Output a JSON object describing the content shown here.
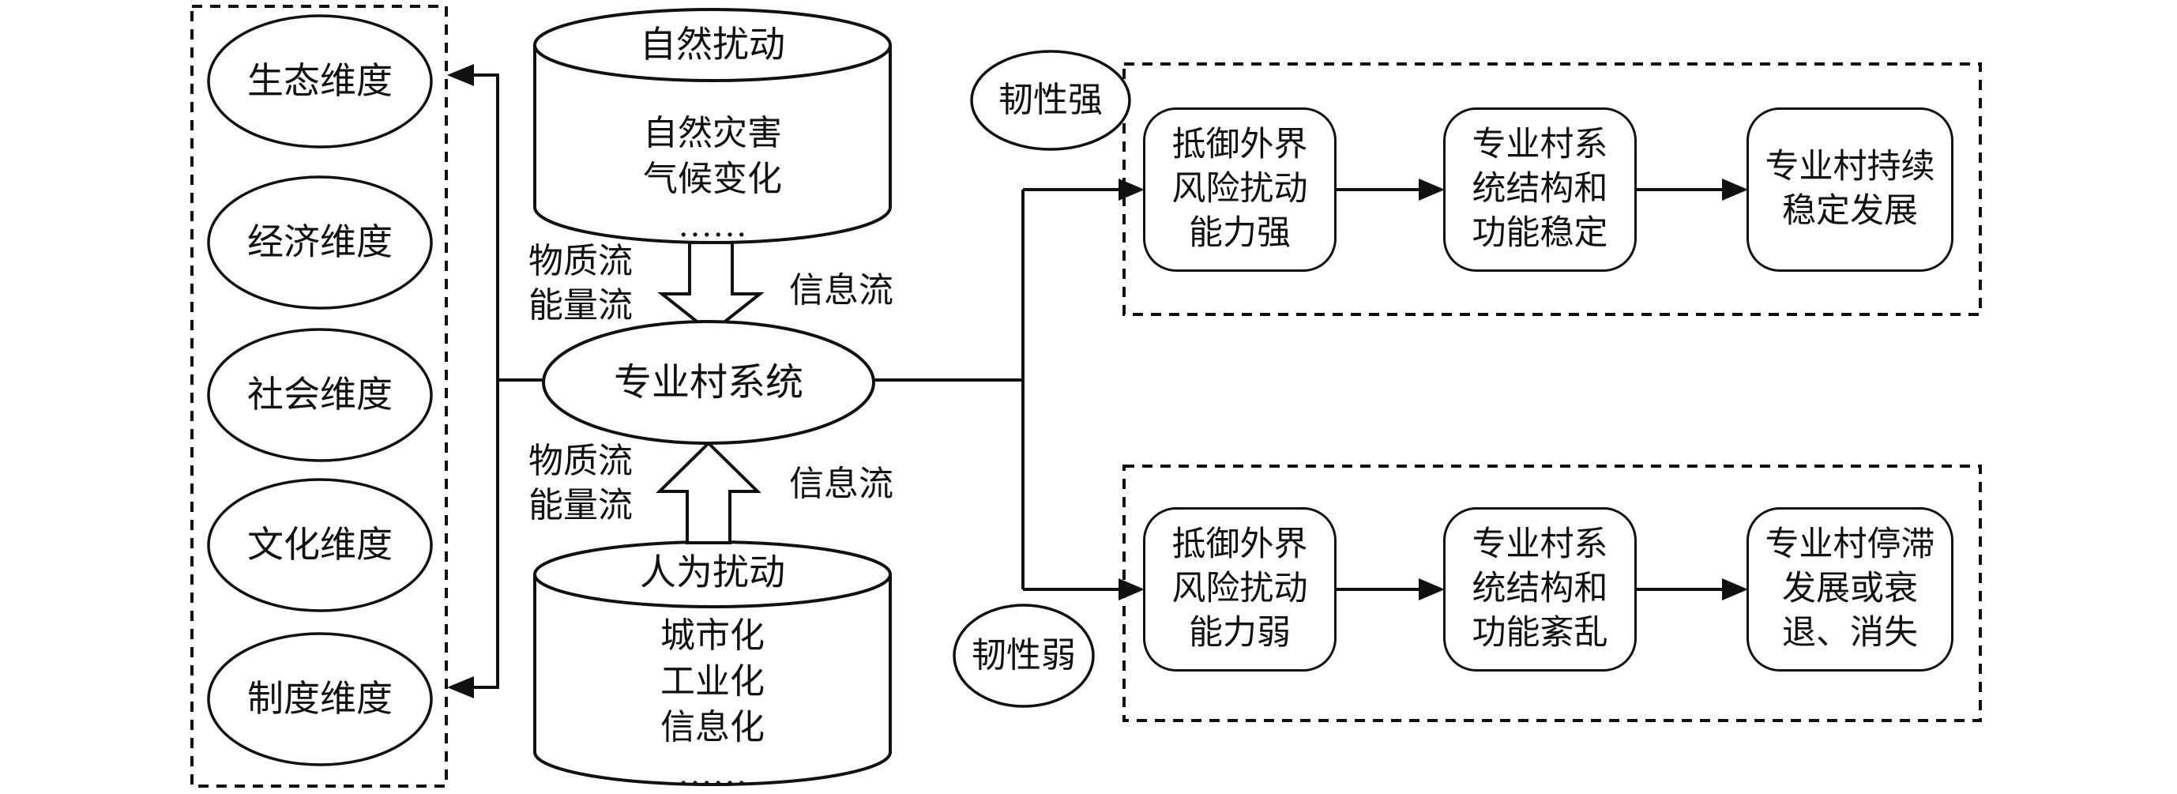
{
  "figure": {
    "dimension_panel": {
      "items": [
        {
          "label": "生态维度"
        },
        {
          "label": "经济维度"
        },
        {
          "label": "社会维度"
        },
        {
          "label": "文化维度"
        },
        {
          "label": "制度维度"
        }
      ]
    },
    "natural_disturbance": {
      "title": "自然扰动",
      "lines": "自然灾害\n气候变化\n……"
    },
    "human_disturbance": {
      "title": "人为扰动",
      "lines": "城市化\n工业化\n信息化\n……"
    },
    "core_system": {
      "label": "专业村系统"
    },
    "flow_labels": {
      "material_energy": "物质流\n能量流",
      "information": "信息流"
    },
    "strong_path": {
      "condition": "韧性强",
      "steps": [
        {
          "text": "抵御外界\n风险扰动\n能力强"
        },
        {
          "text": "专业村系\n统结构和\n功能稳定"
        },
        {
          "text": "专业村持续\n稳定发展"
        }
      ]
    },
    "weak_path": {
      "condition": "韧性弱",
      "steps": [
        {
          "text": "抵御外界\n风险扰动\n能力弱"
        },
        {
          "text": "专业村系\n统结构和\n功能紊乱"
        },
        {
          "text": "专业村停滞\n发展或衰\n退、消失"
        }
      ]
    },
    "colors": {
      "ink": "#111111",
      "background": "#ffffff"
    }
  }
}
